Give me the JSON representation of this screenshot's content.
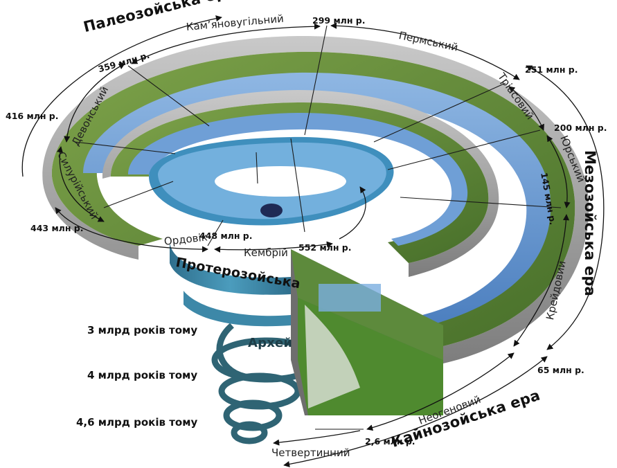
{
  "eras": {
    "paleozoic": "Палеозойська ера",
    "mesozoic": "Мезозойська ера",
    "cenozoic": "Кайнозойська ера",
    "proterozoic": "Протерозойська",
    "archean": "Архей"
  },
  "periods": {
    "carboniferous": "Кам’яновугільний",
    "permian": "Пермський",
    "triassic": "Тріасовий",
    "jurassic": "Юрський",
    "cretaceous": "Крейдовий",
    "neogene": "Неогеновий",
    "quaternary": "Четвертинний",
    "devonian": "Девонський",
    "silurian": "Силурійський",
    "ordovician": "Ордовік",
    "cambrian": "Кембрій"
  },
  "boundaries": {
    "b299": "299 млн р.",
    "b359": "359 млн р.",
    "b416": "416 млн р.",
    "b251": "251 млн р.",
    "b200": "200 млн р.",
    "b145": "145 млн р.",
    "b65": "65 млн р.",
    "b2_6": "2,6 млн р.",
    "b552": "552 млн р.",
    "b448": "448 млн р.",
    "b443": "443 млн р."
  },
  "ages": {
    "a3": "3 млрд років тому",
    "a4": "4 млрд років тому",
    "a46": "4,6 млрд років тому"
  },
  "colors": {
    "water": "#5b8fc9",
    "land": "#5f8a3a",
    "rim": "#9a9a9a",
    "proterozoic": "#3f86a6",
    "archean": "#2d6272"
  }
}
